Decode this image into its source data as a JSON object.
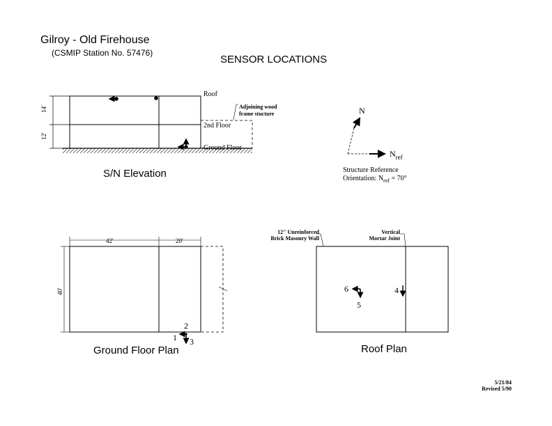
{
  "header": {
    "title": "Gilroy - Old Firehouse",
    "station": "(CSMIP Station No. 57476)",
    "main_title": "SENSOR LOCATIONS"
  },
  "elevation": {
    "caption": "S/N Elevation",
    "roof_label": "Roof",
    "second_floor_label": "2nd Floor",
    "ground_floor_label": "Ground Floor",
    "adjoining_line1": "Adjoining wood",
    "adjoining_line2": "frame stucture",
    "dim_upper": "14'",
    "dim_lower": "12'"
  },
  "orientation": {
    "north": "N",
    "nref": "N",
    "nref_sub": "ref",
    "label_line1": "Structure Reference",
    "label_prefix": "Orientation: N",
    "label_sub": "ref",
    "label_suffix": " = 70°"
  },
  "ground_plan": {
    "caption": "Ground Floor Plan",
    "dim_42": "42'",
    "dim_20": "20'",
    "dim_40": "40'",
    "sensors": [
      "1",
      "2",
      "3"
    ]
  },
  "roof_plan": {
    "caption": "Roof Plan",
    "wall_label_line1": "12\" Unreinforced",
    "wall_label_line2": "Brick Masonry Wall",
    "joint_label_line1": "Vertical",
    "joint_label_line2": "Mortar Joint",
    "sensors": [
      "4",
      "5",
      "6"
    ]
  },
  "footer": {
    "date": "5/21/84",
    "revised": "Revised 5/90"
  }
}
